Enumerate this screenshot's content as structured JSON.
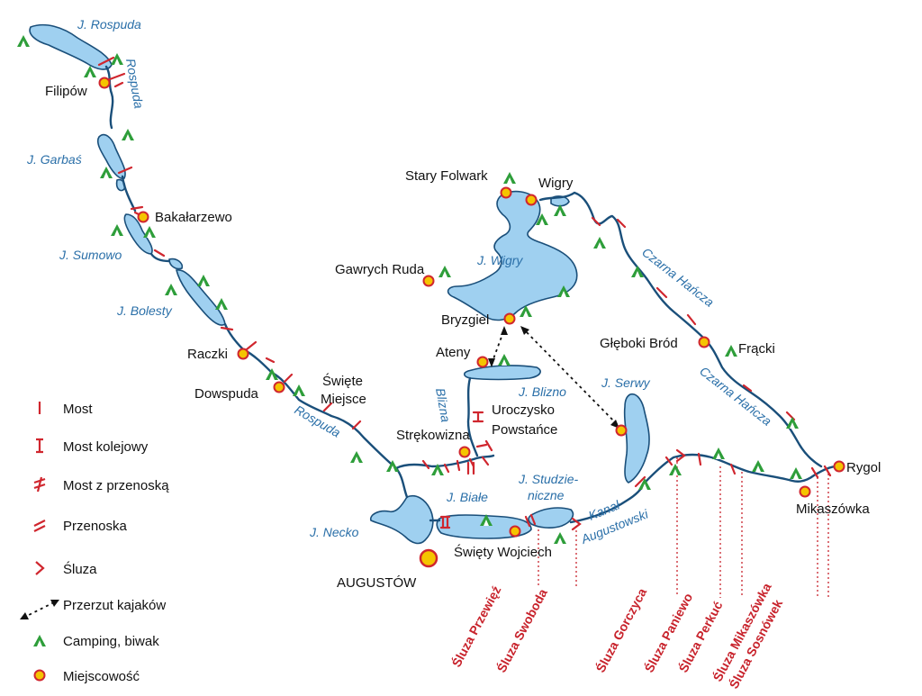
{
  "colors": {
    "water_fill": "#9fd0f0",
    "water_stroke": "#1a4f7a",
    "water_label": "#2a6fa8",
    "marker_red": "#d0262e",
    "camp_green": "#2e9e3a",
    "town_fill": "#f5c400"
  },
  "towns": [
    {
      "id": "filipow",
      "name": "Filipów"
    },
    {
      "id": "bakalarzewo",
      "name": "Bakałarzewo"
    },
    {
      "id": "raczki",
      "name": "Raczki"
    },
    {
      "id": "dowspuda",
      "name": "Dowspuda"
    },
    {
      "id": "swiete_miejsce",
      "name_line1": "Święte",
      "name_line2": "Miejsce"
    },
    {
      "id": "strekowizna",
      "name": "Strękowizna"
    },
    {
      "id": "uroczysko",
      "name_line1": "Uroczysko",
      "name_line2": "Powstańce"
    },
    {
      "id": "augustow",
      "name": "AUGUSTÓW"
    },
    {
      "id": "swiety_wojciech",
      "name": "Święty Wojciech"
    },
    {
      "id": "stary_folwark",
      "name": "Stary Folwark"
    },
    {
      "id": "wigry",
      "name": "Wigry"
    },
    {
      "id": "gawrych_ruda",
      "name": "Gawrych Ruda"
    },
    {
      "id": "bryzgiel",
      "name": "Bryzgiel"
    },
    {
      "id": "ateny",
      "name": "Ateny"
    },
    {
      "id": "gleboki_brod",
      "name": "Głęboki Bród"
    },
    {
      "id": "fracki",
      "name": "Frącki"
    },
    {
      "id": "rygol",
      "name": "Rygol"
    },
    {
      "id": "mikaszowka",
      "name": "Mikaszówka"
    }
  ],
  "waters": {
    "j_rospuda": "J. Rospuda",
    "rospuda_upper": "Rospuda",
    "j_garbas": "J. Garbaś",
    "j_sumowo": "J. Sumowo",
    "j_bolesty": "J. Bolesty",
    "rospuda_lower": "Rospuda",
    "j_necko": "J. Necko",
    "j_biale": "J. Białe",
    "j_studzieniczne_1": "J. Studzie-",
    "j_studzieniczne_2": "niczne",
    "kanal_1": "Kanał",
    "kanal_2": "Augustowski",
    "j_serwy": "J. Serwy",
    "blizna": "Blizna",
    "j_blizno": "J. Blizno",
    "j_wigry": "J. Wigry",
    "czarna_hancza_1": "Czarna Hańcza",
    "czarna_hancza_2": "Czarna Hańcza"
  },
  "locks": [
    "Śluza Przewięź",
    "Śluza Swoboda",
    "Śluza Gorczyca",
    "Śluza Paniewo",
    "Śluza Perkuć",
    "Śluza Mikaszówka",
    "Śluza Sosnówek"
  ],
  "legend": [
    {
      "icon": "bridge",
      "label": "Most"
    },
    {
      "icon": "rail-bridge",
      "label": "Most kolejowy"
    },
    {
      "icon": "bridge-portage",
      "label": "Most z przenoską"
    },
    {
      "icon": "portage",
      "label": "Przenoska"
    },
    {
      "icon": "lock",
      "label": "Śluza"
    },
    {
      "icon": "kayak-transfer",
      "label": "Przerzut kajaków"
    },
    {
      "icon": "camping",
      "label": "Camping, biwak"
    },
    {
      "icon": "locality",
      "label": "Miejscowość"
    }
  ]
}
